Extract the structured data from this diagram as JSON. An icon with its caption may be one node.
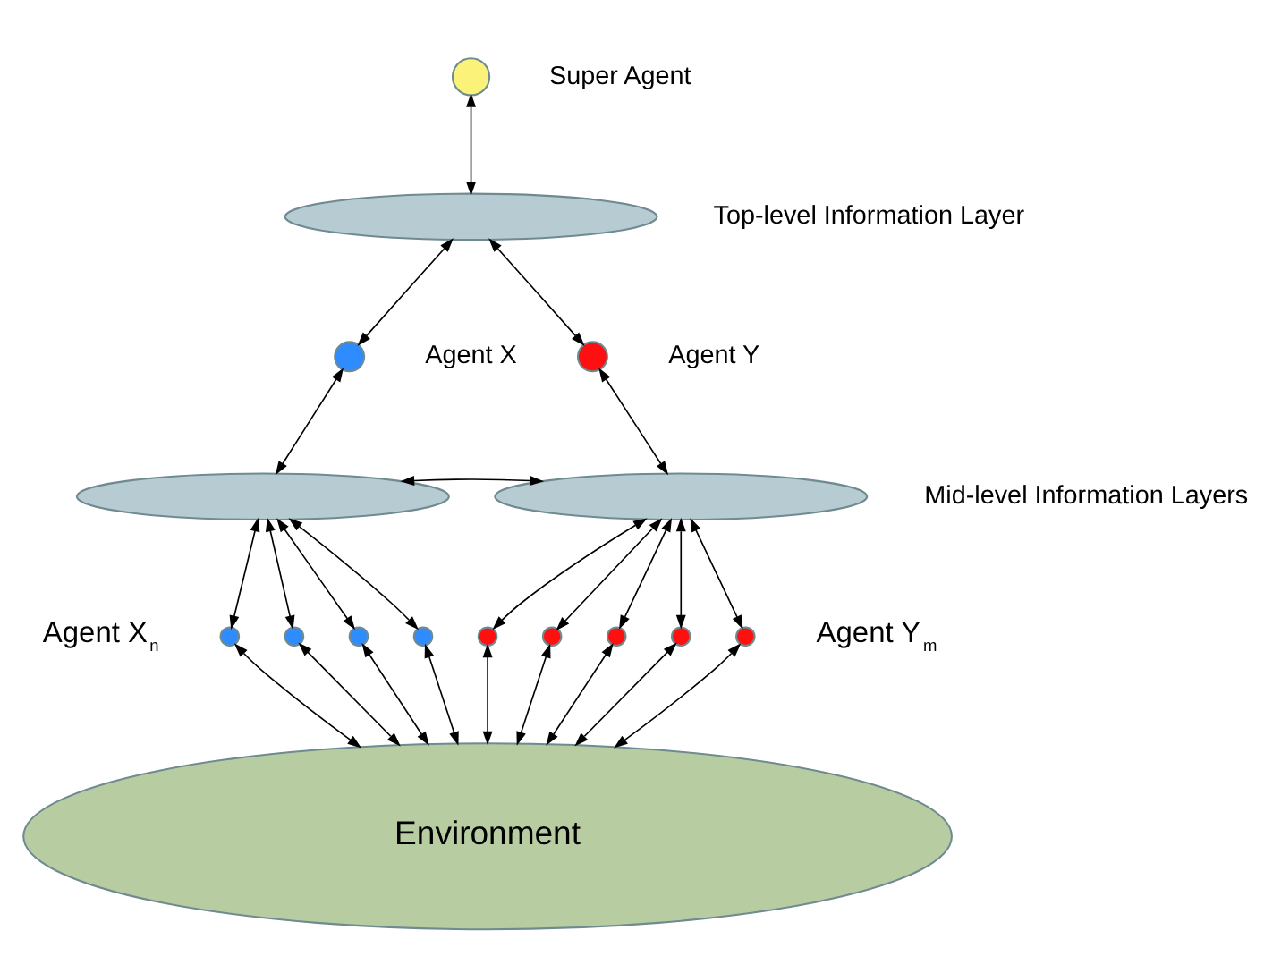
{
  "diagram": {
    "nodes": [
      {
        "text": [],
        "shape": "circle",
        "beside": [
          "Super Agent"
        ]
      },
      {
        "text": [],
        "shape": "ellipse",
        "beside": [
          "Top-level Information Layer"
        ]
      },
      {
        "text": [],
        "shape": "circle",
        "beside": [
          "Agent X"
        ]
      },
      {
        "text": [],
        "shape": "circle",
        "beside": [
          "Agent Y"
        ]
      },
      {
        "text": [],
        "shape": "ellipse"
      },
      {
        "text": [],
        "shape": "ellipse",
        "beside": [
          "Mid-level Information Layers"
        ]
      },
      {
        "text": [],
        "shape": "circle"
      },
      {
        "text": [],
        "shape": "circle"
      },
      {
        "text": [],
        "shape": "circle"
      },
      {
        "text": [],
        "shape": "circle"
      },
      {
        "text": [],
        "shape": "circle"
      },
      {
        "text": [],
        "shape": "circle"
      },
      {
        "text": [],
        "shape": "circle"
      },
      {
        "text": [],
        "shape": "circle"
      },
      {
        "text": [],
        "shape": "circle"
      },
      {
        "text": [
          "Environment"
        ]
      }
    ],
    "edges": [
      {
        "from": 0,
        "to": 1,
        "arrow": "both"
      },
      {
        "from": 1,
        "to": 2,
        "arrow": "both"
      },
      {
        "from": 1,
        "to": 3,
        "arrow": "both"
      },
      {
        "from": 2,
        "to": 4,
        "arrow": "both"
      },
      {
        "from": 3,
        "to": 5,
        "arrow": "both"
      },
      {
        "from": 4,
        "to": 5,
        "arrow": "both"
      },
      {
        "from": 4,
        "to": 6,
        "arrow": "both"
      },
      {
        "from": 4,
        "to": 7,
        "arrow": "both"
      },
      {
        "from": 4,
        "to": 8,
        "arrow": "both"
      },
      {
        "from": 4,
        "to": 9,
        "arrow": "both"
      },
      {
        "from": 5,
        "to": 10,
        "arrow": "both"
      },
      {
        "from": 5,
        "to": 11,
        "arrow": "both"
      },
      {
        "from": 5,
        "to": 12,
        "arrow": "both"
      },
      {
        "from": 5,
        "to": 13,
        "arrow": "both"
      },
      {
        "from": 5,
        "to": 14,
        "arrow": "both"
      },
      {
        "from": 6,
        "to": 15,
        "arrow": "both"
      },
      {
        "from": 7,
        "to": 15,
        "arrow": "both"
      },
      {
        "from": 8,
        "to": 15,
        "arrow": "both"
      },
      {
        "from": 9,
        "to": 15,
        "arrow": "both"
      },
      {
        "from": 10,
        "to": 15,
        "arrow": "both"
      },
      {
        "from": 11,
        "to": 15,
        "arrow": "both"
      },
      {
        "from": 12,
        "to": 15,
        "arrow": "both"
      },
      {
        "from": 13,
        "to": 15,
        "arrow": "both"
      },
      {
        "from": 14,
        "to": 15,
        "arrow": "both"
      }
    ],
    "labels": [
      "Agent X$_{n}$",
      "Agent Y$_{m}$"
    ]
  }
}
